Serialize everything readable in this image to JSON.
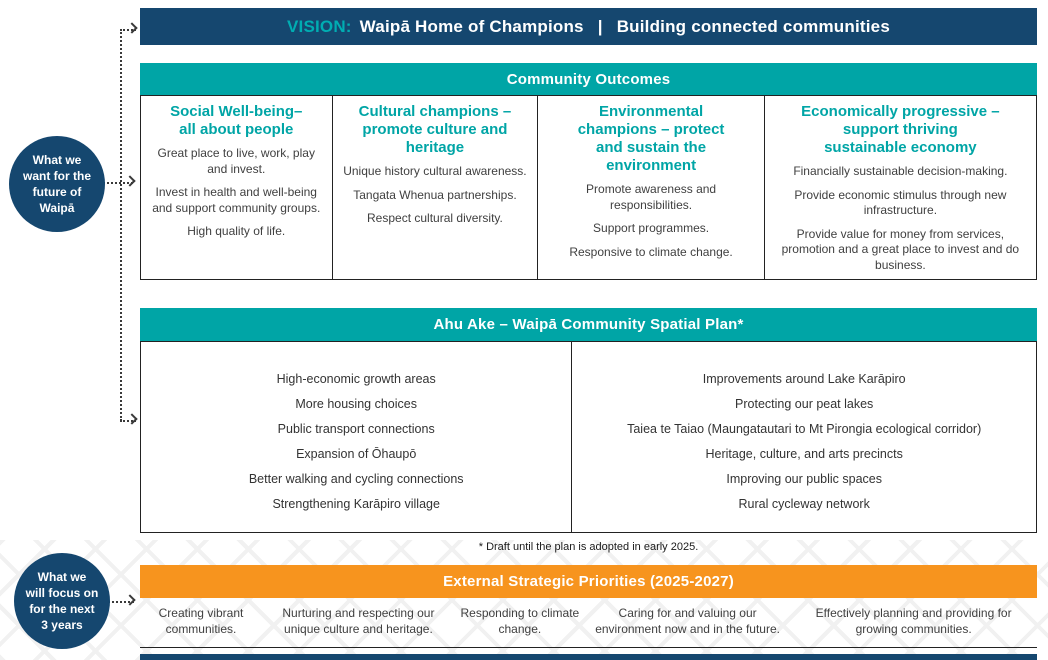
{
  "colors": {
    "navy": "#15476F",
    "teal": "#00A5A6",
    "teal_bright": "#00ADB2",
    "orange": "#F7941E"
  },
  "vision": {
    "label": "VISION:",
    "part1": "Waipā Home of Champions",
    "divider": "|",
    "part2": "Building connected communities"
  },
  "side": {
    "circle1": "What we\nwant for the\nfuture of\nWaipā",
    "circle2": "What we\nwill focus on\nfor the next\n3 years"
  },
  "outcomes": {
    "header": "Community Outcomes",
    "columns": [
      {
        "title": "Social Well-being–\nall about people",
        "items": [
          "Great place to live, work, play and invest.",
          "Invest in health and well-being and support community groups.",
          "High quality of life."
        ]
      },
      {
        "title": "Cultural champions –\npromote culture and\nheritage",
        "items": [
          "Unique history cultural awareness.",
          "Tangata Whenua partnerships.",
          "Respect cultural diversity."
        ]
      },
      {
        "title": "Environmental\nchampions – protect\nand sustain the\nenvironment",
        "items": [
          "Promote awareness and responsibilities.",
          "Support programmes.",
          "Responsive to climate change."
        ]
      },
      {
        "title": "Economically progressive –\nsupport thriving\nsustainable economy",
        "items": [
          "Financially sustainable decision-making.",
          "Provide economic stimulus through new infrastructure.",
          "Provide value for money from services, promotion and a great place to invest and do business."
        ]
      }
    ]
  },
  "spatial": {
    "header": "Ahu Ake – Waipā Community Spatial Plan*",
    "left_items": [
      "High-economic growth areas",
      "More housing choices",
      "Public transport connections",
      "Expansion of Ōhaupō",
      "Better walking and cycling connections",
      "Strengthening Karāpiro village"
    ],
    "right_items": [
      "Improvements around Lake Karāpiro",
      "Protecting our peat lakes",
      "Taiea te Taiao (Maungatautari to Mt Pirongia ecological corridor)",
      "Heritage, culture, and arts precincts",
      "Improving our public spaces",
      "Rural cycleway network"
    ],
    "footnote": "* Draft until the plan is adopted in early 2025."
  },
  "priorities": {
    "header": "External Strategic Priorities (2025-2027)",
    "items": [
      "Creating vibrant communities.",
      "Nurturing and respecting our unique culture and heritage.",
      "Responding to climate change.",
      "Caring for and valuing our environment now and in the future.",
      "Effectively planning and providing for growing communities."
    ]
  }
}
